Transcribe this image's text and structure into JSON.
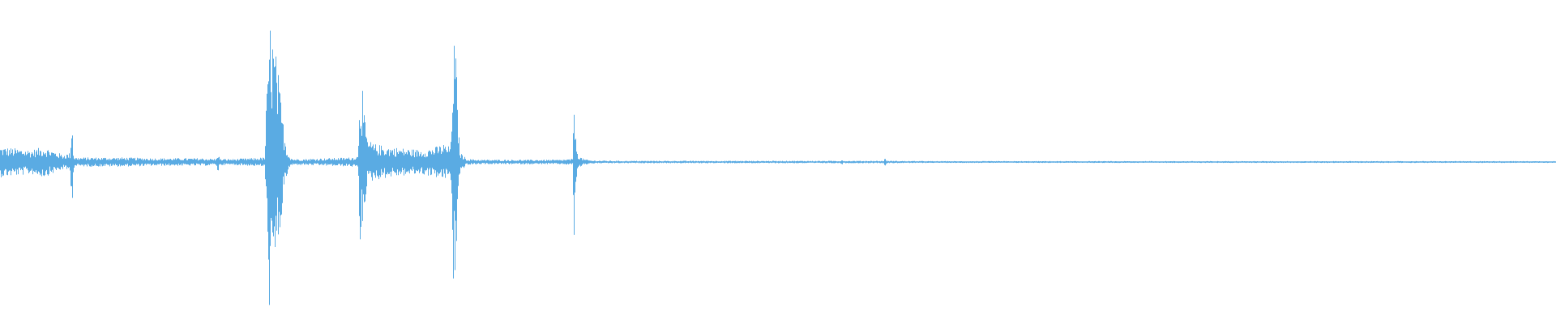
{
  "colors": {
    "background": "#ffffff",
    "waveform": "#5aabe3"
  },
  "chart_data": {
    "type": "area",
    "title": "",
    "xlabel": "",
    "ylabel": "",
    "grid": false,
    "legend": "none",
    "xlim": [
      0,
      1
    ],
    "ylim": [
      -1,
      1
    ],
    "series": [
      {
        "name": "",
        "x": [
          0.0,
          0.01,
          0.02,
          0.028,
          0.035,
          0.04,
          0.045,
          0.046,
          0.047,
          0.048,
          0.06,
          0.08,
          0.1,
          0.13,
          0.139,
          0.14,
          0.141,
          0.15,
          0.17,
          0.171,
          0.172,
          0.173,
          0.174,
          0.176,
          0.178,
          0.18,
          0.182,
          0.184,
          0.186,
          0.188,
          0.19,
          0.195,
          0.21,
          0.225,
          0.23,
          0.231,
          0.232,
          0.233,
          0.234,
          0.236,
          0.24,
          0.25,
          0.26,
          0.27,
          0.28,
          0.285,
          0.288,
          0.29,
          0.291,
          0.292,
          0.293,
          0.294,
          0.295,
          0.296,
          0.3,
          0.31,
          0.33,
          0.36,
          0.368,
          0.369,
          0.37,
          0.371,
          0.372,
          0.375,
          0.38,
          0.4,
          0.45,
          0.5,
          0.54,
          0.541,
          0.542,
          0.56,
          0.568,
          0.569,
          0.57,
          0.6,
          0.65,
          0.7,
          0.75,
          0.8,
          0.85,
          0.9,
          0.95,
          1.0
        ],
        "values": [
          0.1,
          0.09,
          0.08,
          0.1,
          0.07,
          0.05,
          0.06,
          0.35,
          0.05,
          0.03,
          0.03,
          0.03,
          0.025,
          0.025,
          0.02,
          0.08,
          0.02,
          0.02,
          0.03,
          0.4,
          0.55,
          0.95,
          0.9,
          0.8,
          0.65,
          0.45,
          0.25,
          0.1,
          0.04,
          0.02,
          0.02,
          0.02,
          0.025,
          0.03,
          0.04,
          0.6,
          0.45,
          0.5,
          0.3,
          0.15,
          0.12,
          0.1,
          0.09,
          0.08,
          0.1,
          0.12,
          0.1,
          0.14,
          0.85,
          0.78,
          0.7,
          0.4,
          0.15,
          0.06,
          0.02,
          0.015,
          0.015,
          0.015,
          0.02,
          0.55,
          0.15,
          0.08,
          0.04,
          0.02,
          0.01,
          0.008,
          0.008,
          0.008,
          0.008,
          0.02,
          0.008,
          0.008,
          0.008,
          0.03,
          0.008,
          0.006,
          0.006,
          0.006,
          0.006,
          0.006,
          0.006,
          0.006,
          0.006,
          0.006
        ]
      }
    ]
  }
}
